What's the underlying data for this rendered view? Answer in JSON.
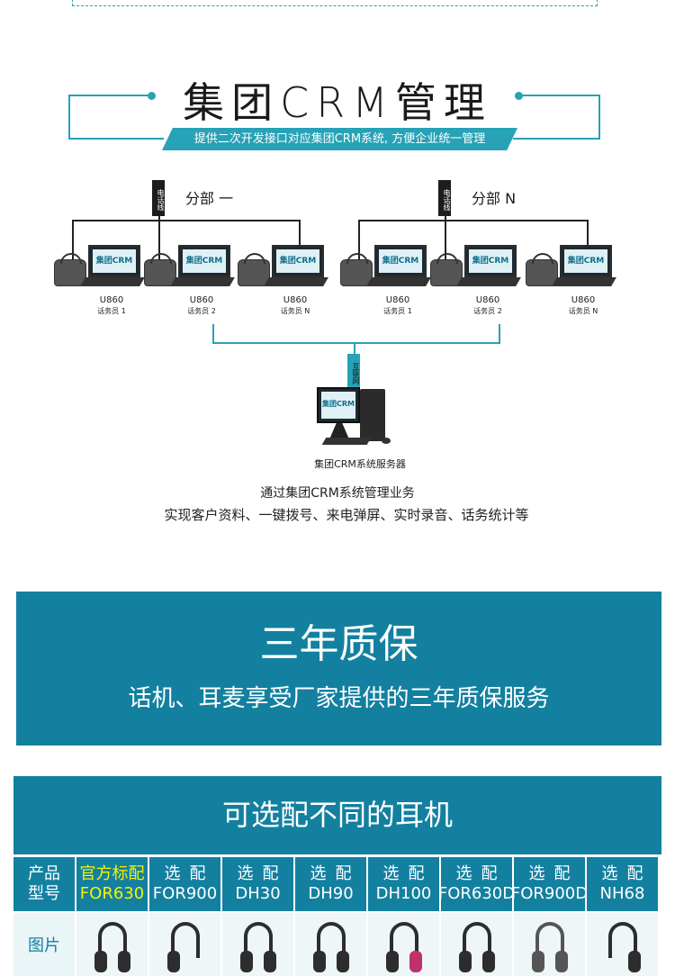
{
  "crm": {
    "title": "集团CRM管理",
    "subtitle": "提供二次开发接口对应集团CRM系统, 方便企业统一管理"
  },
  "diagram": {
    "phone_line_tag": "电话线",
    "internet_tag": "互联网",
    "branch1": "分部 一",
    "branch2": "分部 N",
    "screen_label": "集团CRM",
    "stations": [
      {
        "model": "U860",
        "role": "话务员 1"
      },
      {
        "model": "U860",
        "role": "话务员 2"
      },
      {
        "model": "U860",
        "role": "话务员 N"
      },
      {
        "model": "U860",
        "role": "话务员 1"
      },
      {
        "model": "U860",
        "role": "话务员 2"
      },
      {
        "model": "U860",
        "role": "话务员 N"
      }
    ],
    "server_screen": "集团CRM",
    "server_label": "集团CRM系统服务器",
    "desc_line1": "通过集团CRM系统管理业务",
    "desc_line2": "实现客户资料、一键拨号、来电弹屏、实时录音、话务统计等"
  },
  "warranty": {
    "title": "三年质保",
    "subtitle": "话机、耳麦享受厂家提供的三年质保服务"
  },
  "headsets": {
    "header": "可选配不同的耳机",
    "first_col": [
      "产品",
      "型号"
    ],
    "image_label": "图片",
    "columns": [
      {
        "top": "官方标配",
        "model": "FOR630",
        "highlight": true
      },
      {
        "top": "选配",
        "model": "FOR900"
      },
      {
        "top": "选配",
        "model": "DH30"
      },
      {
        "top": "选配",
        "model": "DH90"
      },
      {
        "top": "选配",
        "model": "DH100"
      },
      {
        "top": "选配",
        "model": "FOR630D"
      },
      {
        "top": "选配",
        "model": "FOR900D"
      },
      {
        "top": "选配",
        "model": "NH68"
      }
    ]
  },
  "colors": {
    "teal": "#27a2b6",
    "banner": "#1380a0",
    "highlight": "#f7f300"
  }
}
